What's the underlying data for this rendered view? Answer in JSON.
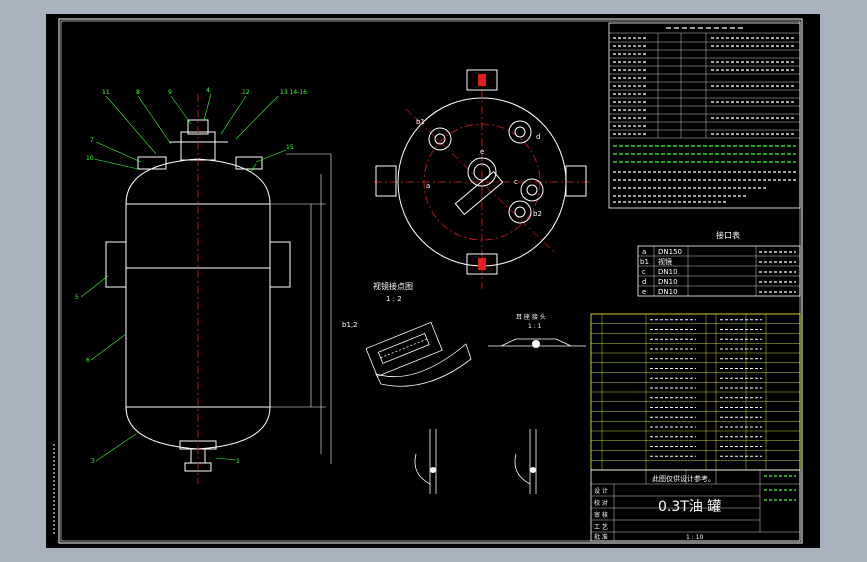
{
  "drawing": {
    "title": "0.3T油 罐",
    "design_note": "此图仅供设计参考。",
    "section_view_title": "视镜接点图",
    "section_view_scale": "1 : 2",
    "support_view_title": "耳 座 接 头",
    "support_view_scale": "1 : 1",
    "view_b12_label": "b1,2",
    "nozzle_table_title": "接口表",
    "nozzles": [
      {
        "mark": "a",
        "size": "DN150"
      },
      {
        "mark": "b1",
        "size": "视镜"
      },
      {
        "mark": "c",
        "size": "DN10"
      },
      {
        "mark": "d",
        "size": "DN10"
      },
      {
        "mark": "e",
        "size": "DN10"
      }
    ],
    "plan_labels": [
      "a",
      "b1",
      "b2",
      "c",
      "d",
      "e"
    ],
    "title_block": {
      "scale": "1 : 10",
      "row_labels": [
        "设 计",
        "校 对",
        "审 核",
        "工 艺",
        "批 准"
      ]
    }
  }
}
